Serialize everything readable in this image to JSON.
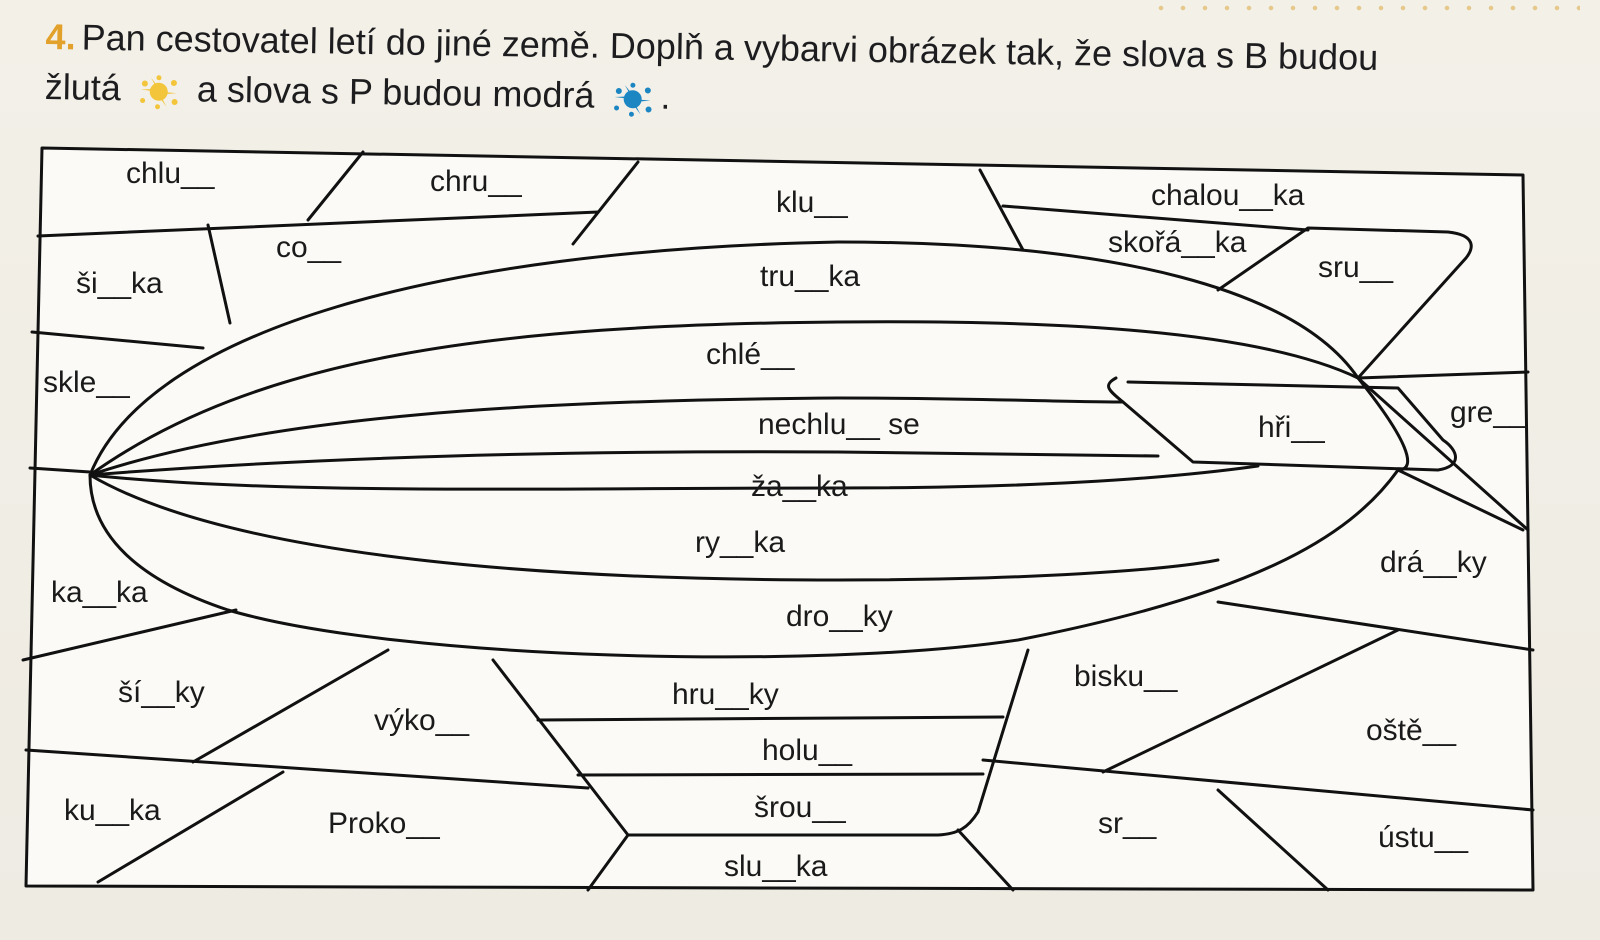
{
  "exercise": {
    "number": "4.",
    "line1": "Pan cestovatel letí do jiné země. Doplň a vybarvi obrázek tak, že slova s B budou",
    "line2_a": "žlutá",
    "line2_b": "a slova s P budou modrá",
    "line2_end": ".",
    "yellow_icon": "yellow-paint-splat-icon",
    "blue_icon": "blue-paint-splat-icon",
    "colors": {
      "yellow": "#f2c53a",
      "blue": "#1b86c2",
      "number": "#e2a12b"
    }
  },
  "words": {
    "w1": "chlu__",
    "w2": "chru__",
    "w3": "klu__",
    "w4": "chalou__ka",
    "w5": "co__",
    "w6": "skořá__ka",
    "w7": "ši__ka",
    "w8": "tru__ka",
    "w9": "sru__",
    "w10": "chlé__",
    "w11": "skle__",
    "w12": "nechlu__ se",
    "w13": "hři__",
    "w14": "gre__",
    "w15": "ža__ka",
    "w16": "ry__ka",
    "w17": "drá__ky",
    "w18": "ka__ka",
    "w19": "dro__ky",
    "w20": "ší__ky",
    "w21": "bisku__",
    "w22": "hru__ky",
    "w23": "výko__",
    "w24": "oště__",
    "w25": "holu__",
    "w26": "ku__ka",
    "w27": "šrou__",
    "w28": "Proko__",
    "w29": "sr__",
    "w30": "ústu__",
    "w31": "slu__ka"
  }
}
